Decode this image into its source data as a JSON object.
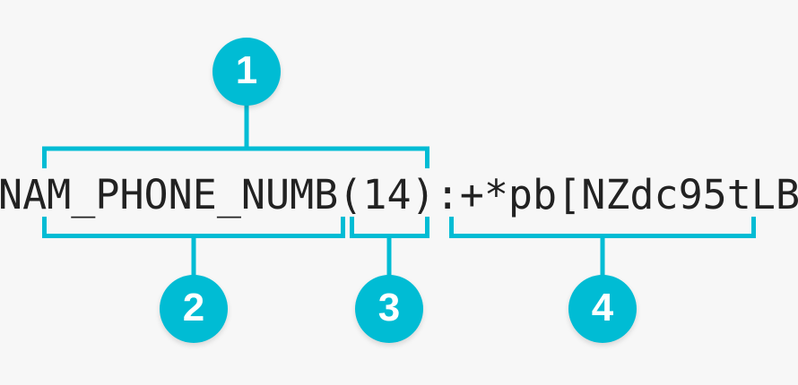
{
  "diagram": {
    "title_text": "NAM_PHONE_NUMB(14):+*pb[NZdc95tLB",
    "accent_color": "#00bcd4",
    "text_color": "#222222",
    "background_color": "#f7f7f7",
    "code_segments": {
      "full": "NAM_PHONE_NUMB(14):+*pb[NZdc95tLB",
      "key": "NAM_PHONE_NUMB",
      "length": "(14)",
      "value": ":+*pb[NZdc95tLB"
    },
    "callouts": [
      {
        "id": "1",
        "label": "1",
        "position": "top",
        "target": "full-string"
      },
      {
        "id": "2",
        "label": "2",
        "position": "bottom",
        "target": "key-name"
      },
      {
        "id": "3",
        "label": "3",
        "position": "bottom",
        "target": "length-field"
      },
      {
        "id": "4",
        "label": "4",
        "position": "bottom",
        "target": "value-field"
      }
    ]
  }
}
